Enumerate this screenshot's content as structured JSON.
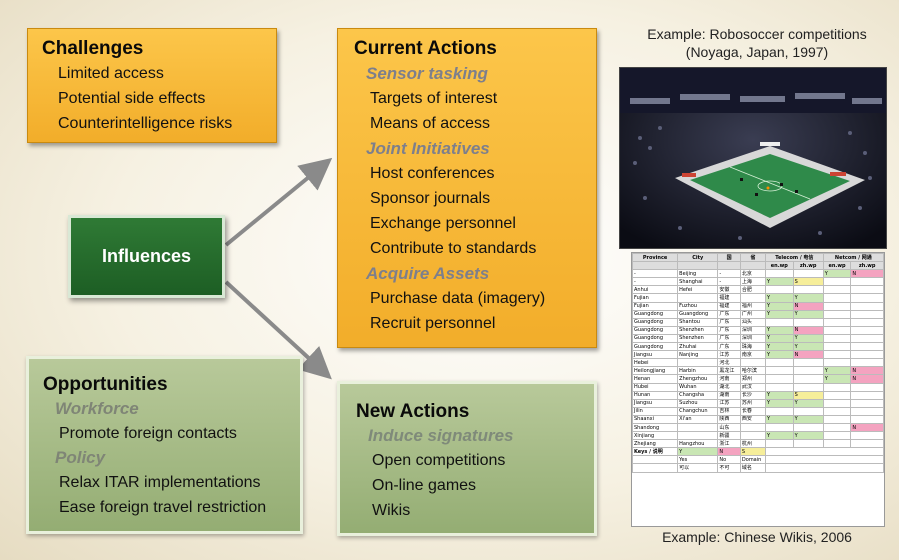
{
  "challenges": {
    "title": "Challenges",
    "items": [
      "Limited access",
      "Potential side effects",
      "Counterintelligence risks"
    ]
  },
  "influences": {
    "label": "Influences"
  },
  "opportunities": {
    "title": "Opportunities",
    "groups": [
      {
        "heading": "Workforce",
        "items": [
          "Promote foreign contacts"
        ]
      },
      {
        "heading": "Policy",
        "items": [
          "Relax ITAR implementations",
          "Ease foreign travel restriction"
        ]
      }
    ]
  },
  "current_actions": {
    "title": "Current Actions",
    "groups": [
      {
        "heading": "Sensor tasking",
        "items": [
          "Targets of interest",
          "Means of access"
        ]
      },
      {
        "heading": "Joint Initiatives",
        "items": [
          "Host conferences",
          "Sponsor journals",
          "Exchange personnel",
          "Contribute to standards"
        ]
      },
      {
        "heading": "Acquire Assets",
        "items": [
          "Purchase data (imagery)",
          "Recruit personnel"
        ]
      }
    ]
  },
  "new_actions": {
    "title": "New Actions",
    "groups": [
      {
        "heading": "Induce signatures",
        "items": [
          "Open competitions",
          "On-line games",
          "Wikis"
        ]
      }
    ]
  },
  "examples": {
    "robosoccer_caption_line1": "Example: Robosoccer competitions",
    "robosoccer_caption_line2": "(Noyaga, Japan, 1997)",
    "wiki_caption": "Example: Chinese Wikis, 2006"
  },
  "wiki_table": {
    "headers": [
      "Province",
      "City",
      "国",
      "省",
      "Telecom / 电信",
      "",
      "Netcom / 网通",
      ""
    ],
    "subheaders": [
      "",
      "",
      "",
      "",
      "en.wp",
      "zh.wp",
      "en.wp",
      "zh.wp"
    ],
    "rows": [
      [
        "-",
        "Beijing",
        "-",
        "北京",
        "",
        "",
        "Y",
        "N"
      ],
      [
        "-",
        "Shanghai",
        "-",
        "上海",
        "Y",
        "S",
        "",
        ""
      ],
      [
        "Anhui",
        "Hefei",
        "安徽",
        "合肥",
        "",
        "",
        "",
        ""
      ],
      [
        "Fujian",
        "",
        "福建",
        "",
        "Y",
        "Y",
        "",
        ""
      ],
      [
        "Fujian",
        "Fuzhou",
        "福建",
        "福州",
        "Y",
        "N",
        "",
        ""
      ],
      [
        "Guangdong",
        "Guangdong",
        "广东",
        "广州",
        "Y",
        "Y",
        "",
        ""
      ],
      [
        "Guangdong",
        "Shantou",
        "广东",
        "汕头",
        "",
        "",
        "",
        ""
      ],
      [
        "Guangdong",
        "Shenzhen",
        "广东",
        "深圳",
        "Y",
        "N",
        "",
        ""
      ],
      [
        "Guangdong",
        "Shenzhen",
        "广东",
        "深圳",
        "Y",
        "Y",
        "",
        ""
      ],
      [
        "Guangdong",
        "Zhuhai",
        "广东",
        "珠海",
        "Y",
        "Y",
        "",
        ""
      ],
      [
        "Jiangsu",
        "Nanjing",
        "江苏",
        "南京",
        "Y",
        "N",
        "",
        ""
      ],
      [
        "Hebei",
        "",
        "河北",
        "",
        "",
        "",
        "",
        ""
      ],
      [
        "Heilongjiang",
        "Harbin",
        "黑龙江",
        "哈尔滨",
        "",
        "",
        "Y",
        "N"
      ],
      [
        "Henan",
        "Zhengzhou",
        "河南",
        "郑州",
        "",
        "",
        "Y",
        "N"
      ],
      [
        "Hubei",
        "Wuhan",
        "湖北",
        "武汉",
        "",
        "",
        "",
        ""
      ],
      [
        "Hunan",
        "Changsha",
        "湖南",
        "长沙",
        "Y",
        "S",
        "",
        ""
      ],
      [
        "Jiangsu",
        "Suzhou",
        "江苏",
        "苏州",
        "Y",
        "Y",
        "",
        ""
      ],
      [
        "Jilin",
        "Changchun",
        "吉林",
        "长春",
        "",
        "",
        "",
        ""
      ],
      [
        "Shaanxi",
        "Xi'an",
        "陕西",
        "西安",
        "Y",
        "Y",
        "",
        ""
      ],
      [
        "Shandong",
        "",
        "山东",
        "",
        "",
        "",
        "",
        "N"
      ],
      [
        "Xinjiang",
        "",
        "新疆",
        "",
        "Y",
        "Y",
        "",
        ""
      ],
      [
        "Zhejiang",
        "Hangzhou",
        "浙江",
        "杭州",
        "",
        "",
        "",
        ""
      ]
    ],
    "key_label": "Keys / 说明",
    "key_row1": [
      "Y",
      "N",
      "S"
    ],
    "key_row2": [
      "Yes",
      "No",
      "Domain"
    ],
    "key_row3": [
      "可以",
      "不可",
      "域名"
    ]
  },
  "colors": {
    "yellow_box": "#f7b733",
    "green_light_box": "#a3b985",
    "green_dark_box": "#246b2b",
    "arrow": "#8a8a8a",
    "subheading_grey": "#7d7f8c"
  }
}
